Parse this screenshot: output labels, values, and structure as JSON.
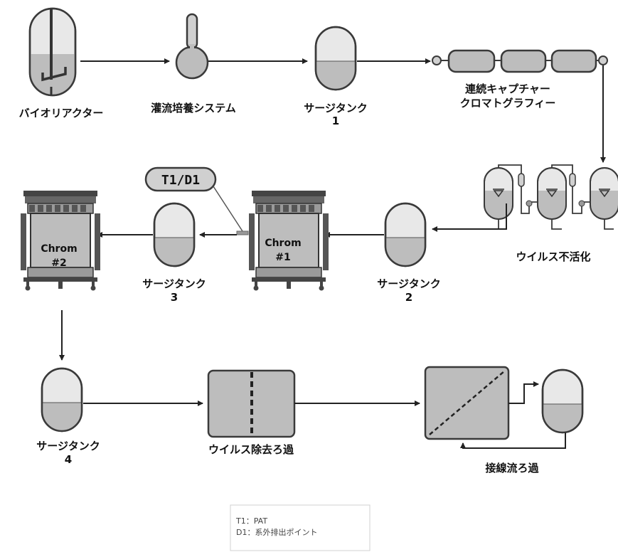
{
  "colors": {
    "vessel_fill": "#e8e8e8",
    "liquid_fill": "#bdbdbd",
    "outline": "#3a3a3a",
    "arrow": "#222222",
    "legend_border": "#d0d0d0"
  },
  "nodes": {
    "bioreactor": "バイオリアクター",
    "perfusion": "灌流培養システム",
    "surge1": {
      "line1": "サージタンク",
      "line2": "1"
    },
    "capture": {
      "line1": "連続キャプチャー",
      "line2": "クロマトグラフィー"
    },
    "virus_inact": "ウイルス不活化",
    "surge2": {
      "line1": "サージタンク",
      "line2": "2"
    },
    "chrom1": {
      "line1": "Chrom",
      "line2": "#1"
    },
    "surge3": {
      "line1": "サージタンク",
      "line2": "3"
    },
    "chrom2": {
      "line1": "Chrom",
      "line2": "#2"
    },
    "surge4": {
      "line1": "サージタンク",
      "line2": "4"
    },
    "virus_filt": "ウイルス除去ろ過",
    "tff": "接線流ろ過"
  },
  "callout": "T1/D1",
  "legend": {
    "line1": "T1：PAT",
    "line2": "D1：系外排出ポイント"
  }
}
